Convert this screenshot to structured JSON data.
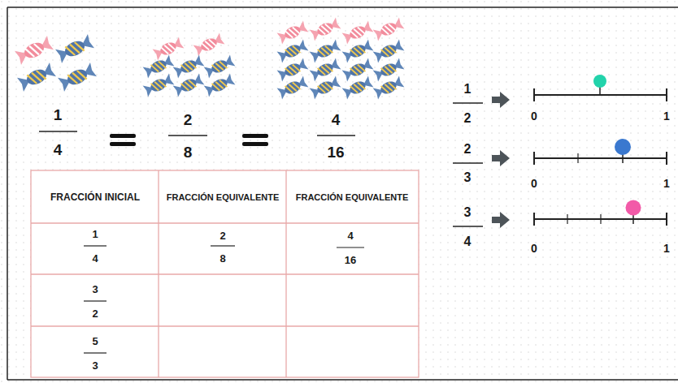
{
  "diagram": {
    "labels": [
      "1",
      "4",
      "2",
      "8",
      "4",
      "16",
      "FRACCIÓN INICIAL",
      "FRACCIÓN EQUIVALENTE",
      "FRACCIÓN EQUIVALENTE",
      "1",
      "4",
      "2",
      "8",
      "4",
      "16",
      "3",
      "2",
      "5",
      "3",
      "1",
      "2",
      "0",
      "1",
      "2",
      "3",
      "0",
      "1",
      "3",
      "4",
      "0",
      "1"
    ]
  }
}
